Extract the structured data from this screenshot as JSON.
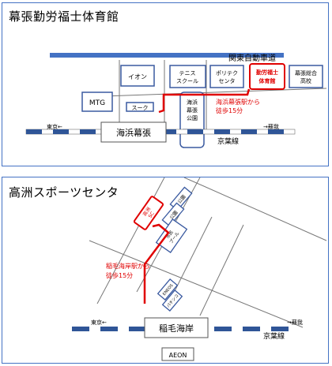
{
  "map1": {
    "title": "幕張勤労福士体育館",
    "highway": "関東自動車道",
    "aeon": "イオン",
    "tennis": "テニス\nスクール",
    "poly": "ポリテク\nセンタ",
    "target": "勤労福士\n体育館",
    "school": "幕張総合\n高校",
    "mtg": "MTG",
    "suku": "スーク",
    "park": "海浜\n幕張\n公園",
    "station": "海浜幕張",
    "tokyo": "東京←",
    "soga": "→蘇我",
    "line": "京葉線",
    "walk": "海浜幕張駅から\n徒歩15分"
  },
  "map2": {
    "title": "高洲スポーツセンタ",
    "koban1": "公園",
    "koban2": "公園",
    "target": "高洲\nSC",
    "pool": "市民\nプール",
    "eneos": "ENEOS",
    "pachi": "パチンコ",
    "station": "稲毛海岸",
    "tokyo": "東京←",
    "soga": "→蘇我",
    "line": "京葉線",
    "aeon": "AEON",
    "walk": "稲毛海岸駅から\n徒歩15分"
  },
  "colors": {
    "border": "#4472c4",
    "route": "#e00000",
    "highway": "#4472c4"
  }
}
